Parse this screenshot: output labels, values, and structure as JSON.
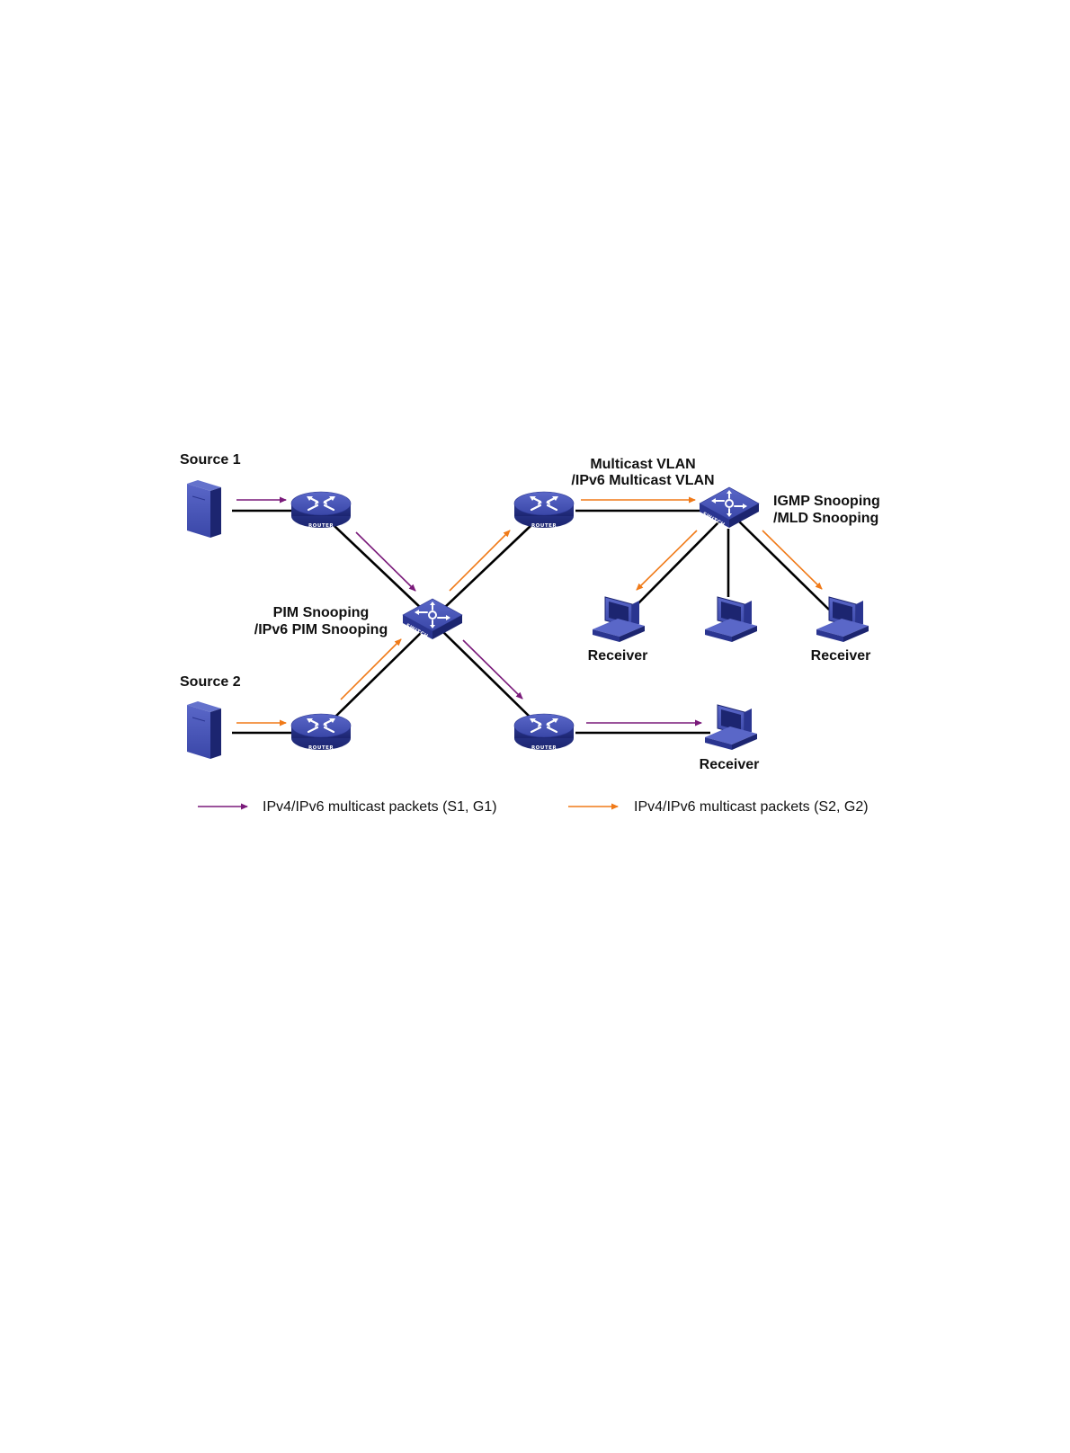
{
  "labels": {
    "source1": "Source 1",
    "source2": "Source 2",
    "pim_line1": "PIM Snooping",
    "pim_line2": "/IPv6 PIM Snooping",
    "mvlan_line1": "Multicast VLAN",
    "mvlan_line2": "/IPv6 Multicast VLAN",
    "igmp_line1": "IGMP Snooping",
    "igmp_line2": "/MLD Snooping",
    "receiver_left": "Receiver",
    "receiver_right": "Receiver",
    "receiver_bottom": "Receiver"
  },
  "device_text": {
    "router": "ROUTER",
    "switch": "SWITCH"
  },
  "legend": {
    "s1g1": "IPv4/IPv6 multicast packets (S1, G1)",
    "s2g2": "IPv4/IPv6 multicast packets (S2, G2)"
  },
  "colors": {
    "s1g1_arrow": "#7a1a7a",
    "s2g2_arrow": "#f07a18",
    "device_blue": "#3a47a8",
    "link": "#000000"
  },
  "icons": {
    "server": "server-tower-icon",
    "router": "router-icon",
    "switch": "switch-icon",
    "host": "desktop-computer-icon"
  }
}
